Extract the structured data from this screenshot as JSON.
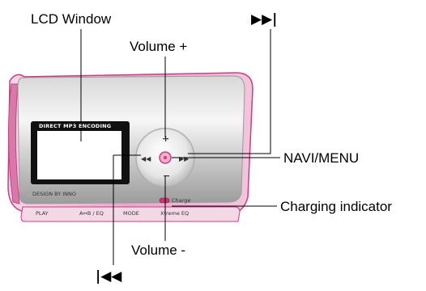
{
  "labels": {
    "lcd_window": "LCD Window",
    "volume_plus": "Volume +",
    "next": "▶▶|",
    "navi_menu": "NAVI/MENU",
    "charging_indicator": "Charging indicator",
    "volume_minus": "Volume -",
    "prev": "|◀◀"
  },
  "device": {
    "top_band": "DIRECT MP3 ENCODING",
    "brand": "DESIGN BY INNO",
    "charge": "Charge",
    "buttons": {
      "play": "PLAY",
      "ab_eq": "A↔B / EQ",
      "mode": "MODE",
      "xtreme_eq": "Xtreme EQ"
    }
  },
  "colors": {
    "body_pink": "#e8a8c8",
    "edge_pink": "#cc3d82",
    "silver_light": "#f2f2f2",
    "silver_dark": "#a8a8a8",
    "lcd": "#ffffff",
    "lcd_frame": "#111111",
    "charge_led": "#d0317a"
  }
}
